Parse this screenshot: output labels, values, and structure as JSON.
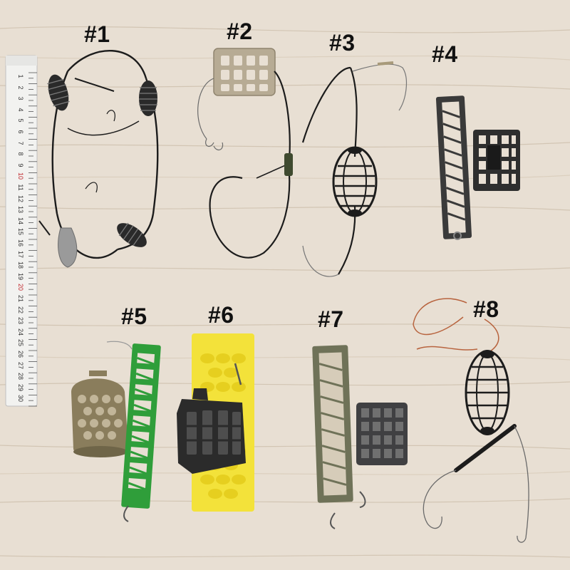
{
  "labels": [
    "#1",
    "#2",
    "#3",
    "#4",
    "#5",
    "#6",
    "#7",
    "#8"
  ],
  "ruler": {
    "numbers": [
      "1",
      "2",
      "3",
      "4",
      "5",
      "6",
      "7",
      "8",
      "9",
      "10",
      "11",
      "12",
      "13",
      "14",
      "15",
      "16",
      "17",
      "18",
      "19",
      "20",
      "21",
      "22",
      "23",
      "24",
      "25",
      "26",
      "27",
      "28",
      "29",
      "30"
    ],
    "highlight": [
      "10",
      "20"
    ]
  },
  "colors": {
    "wood": "#e8dfd3",
    "wood_grain": "#c9bba8",
    "wire": "#1c1c1c",
    "ruler": "#f2f2f0",
    "feeder_dark": "#2e2e2e",
    "khaki": "#8a7d5c",
    "olive": "#6f7258",
    "green": "#2f9e3a",
    "yellow": "#f3e23a",
    "copper": "#b8643f",
    "tan_cage": "#b7ab94"
  }
}
